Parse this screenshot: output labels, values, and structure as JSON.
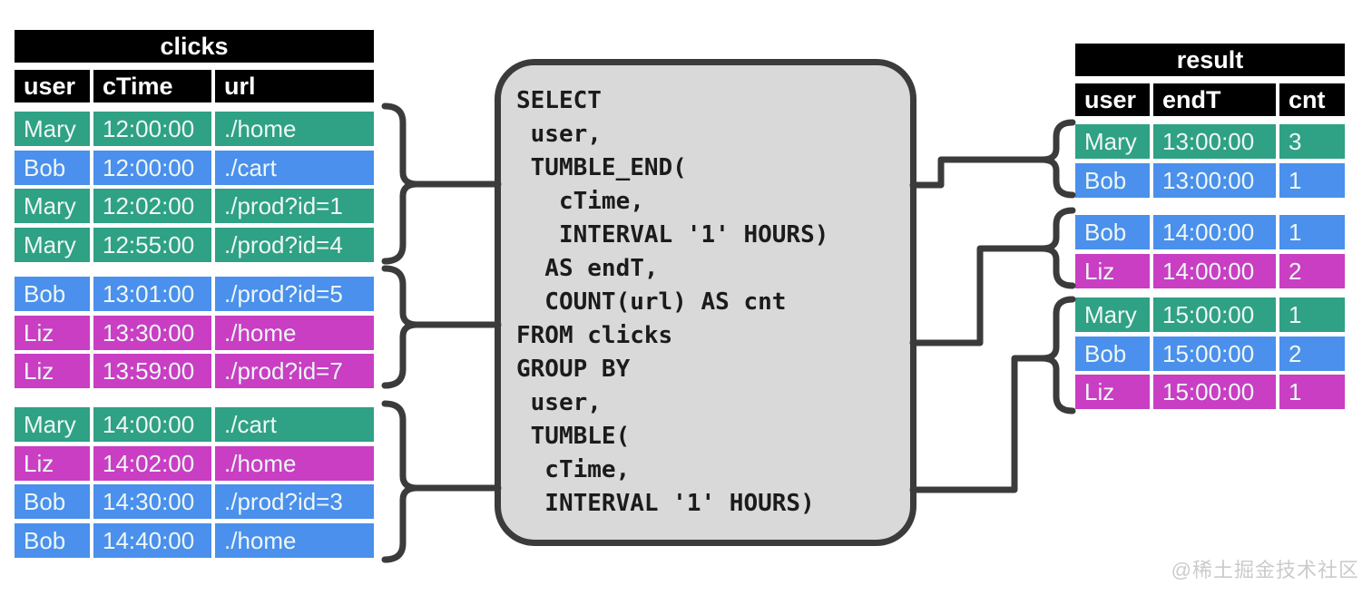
{
  "palette": {
    "Mary": "#2fa184",
    "Bob": "#4a90ec",
    "Liz": "#c93ec3"
  },
  "colors": {
    "connector": "#3b3b3b",
    "sql_box_fill": "#d9d9d9",
    "table_header_bg": "#000000",
    "cell_text": "#eef7f5"
  },
  "clicks_table": {
    "title": "clicks",
    "columns": [
      "user",
      "cTime",
      "url"
    ],
    "groups": [
      {
        "rows": [
          [
            "Mary",
            "12:00:00",
            "./home"
          ],
          [
            "Bob",
            "12:00:00",
            "./cart"
          ],
          [
            "Mary",
            "12:02:00",
            "./prod?id=1"
          ],
          [
            "Mary",
            "12:55:00",
            "./prod?id=4"
          ]
        ]
      },
      {
        "rows": [
          [
            "Bob",
            "13:01:00",
            "./prod?id=5"
          ],
          [
            "Liz",
            "13:30:00",
            "./home"
          ],
          [
            "Liz",
            "13:59:00",
            "./prod?id=7"
          ]
        ]
      },
      {
        "rows": [
          [
            "Mary",
            "14:00:00",
            "./cart"
          ],
          [
            "Liz",
            "14:02:00",
            "./home"
          ],
          [
            "Bob",
            "14:30:00",
            "./prod?id=3"
          ],
          [
            "Bob",
            "14:40:00",
            "./home"
          ]
        ]
      }
    ]
  },
  "sql": {
    "text": "SELECT\n user,\n TUMBLE_END(\n   cTime,\n   INTERVAL '1' HOURS)\n  AS endT,\n  COUNT(url) AS cnt\nFROM clicks\nGROUP BY\n user,\n TUMBLE(\n  cTime,\n  INTERVAL '1' HOURS)"
  },
  "result_table": {
    "title": "result",
    "columns": [
      "user",
      "endT",
      "cnt"
    ],
    "groups": [
      {
        "rows": [
          [
            "Mary",
            "13:00:00",
            "3"
          ],
          [
            "Bob",
            "13:00:00",
            "1"
          ]
        ]
      },
      {
        "rows": [
          [
            "Bob",
            "14:00:00",
            "1"
          ],
          [
            "Liz",
            "14:00:00",
            "2"
          ]
        ]
      },
      {
        "rows": [
          [
            "Mary",
            "15:00:00",
            "1"
          ],
          [
            "Bob",
            "15:00:00",
            "2"
          ],
          [
            "Liz",
            "15:00:00",
            "1"
          ]
        ]
      }
    ]
  },
  "watermark": {
    "text": "@稀土掘金技术社区"
  }
}
